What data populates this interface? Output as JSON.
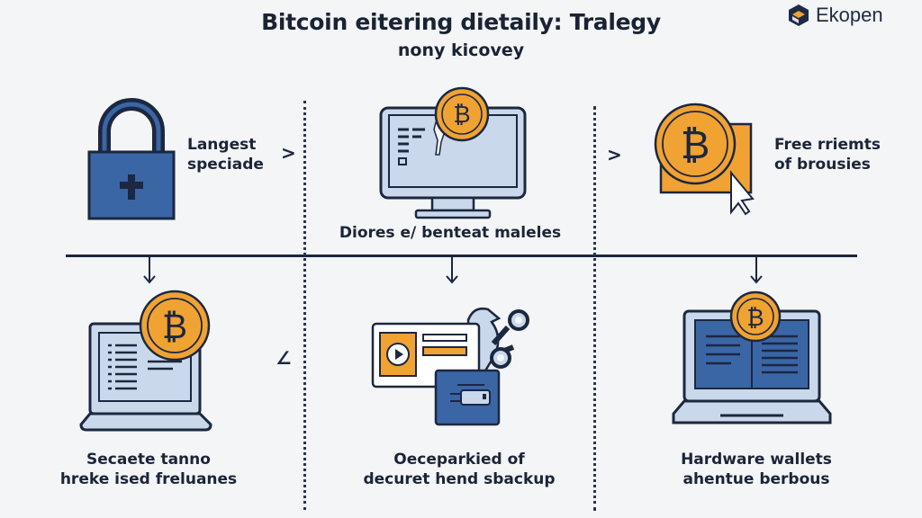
{
  "header": {
    "title": "Bitcoin eitering dietaily: Tralegy",
    "subtitle": "nony kicovey"
  },
  "brand": {
    "logo_icon": "hexagon-cube-icon",
    "name": "Ekopen"
  },
  "colors": {
    "background": "#f3f5f6",
    "navy": "#1c2740",
    "blue": "#3a66a6",
    "light_blue": "#c9d8ea",
    "orange": "#f0a233"
  },
  "steps": {
    "top": [
      {
        "icon": "padlock-icon",
        "label_line1": "Langest",
        "label_line2": "speciade",
        "connector": ">"
      },
      {
        "icon": "monitor-bitcoin-icon",
        "label_line1": "Diores e/ benteat maleles"
      },
      {
        "icon": "bitcoin-cursor-icon",
        "label_line1": "Free rriemts",
        "label_line2": "of brousies",
        "connector": ">"
      }
    ],
    "bottom": [
      {
        "icon": "laptop-bitcoin-icon",
        "label_line1": "Secaete tanno",
        "label_line2": "hreke ised freluanes",
        "connector": "∠"
      },
      {
        "icon": "card-wallet-backup-icon",
        "label_line1": "Oeceparkied of",
        "label_line2": "decuret hend sbackup"
      },
      {
        "icon": "hardware-wallet-laptop-icon",
        "label_line1": "Hardware wallets",
        "label_line2": "ahentue berbous"
      }
    ]
  },
  "bitcoin_symbol": "₿"
}
